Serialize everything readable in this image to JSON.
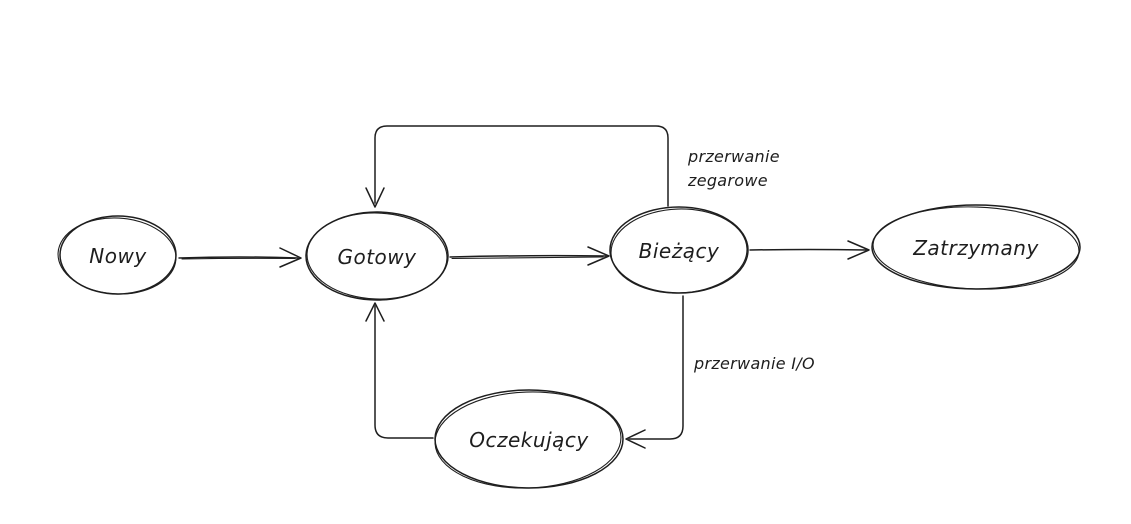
{
  "canvas": {
    "background_color": "#ffffff",
    "stroke_color": "#1e1e1e",
    "style": "hand-drawn state diagram (process lifecycle, Polish labels)"
  },
  "diagram": {
    "type": "state-diagram",
    "nodes": [
      {
        "id": "nowy",
        "label": "Nowy"
      },
      {
        "id": "gotowy",
        "label": "Gotowy"
      },
      {
        "id": "biezacy",
        "label": "Bieżący"
      },
      {
        "id": "zatrzymany",
        "label": "Zatrzymany"
      },
      {
        "id": "oczekujacy",
        "label": "Oczekujący"
      }
    ],
    "edges": [
      {
        "from": "nowy",
        "to": "gotowy",
        "label": ""
      },
      {
        "from": "gotowy",
        "to": "biezacy",
        "label": ""
      },
      {
        "from": "biezacy",
        "to": "zatrzymany",
        "label": ""
      },
      {
        "from": "biezacy",
        "to": "gotowy",
        "label": "przerwanie zegarowe",
        "label_lines": [
          "przerwanie",
          "zegarowe"
        ]
      },
      {
        "from": "biezacy",
        "to": "oczekujacy",
        "label": "przerwanie I/O"
      },
      {
        "from": "oczekujacy",
        "to": "gotowy",
        "label": ""
      }
    ]
  }
}
